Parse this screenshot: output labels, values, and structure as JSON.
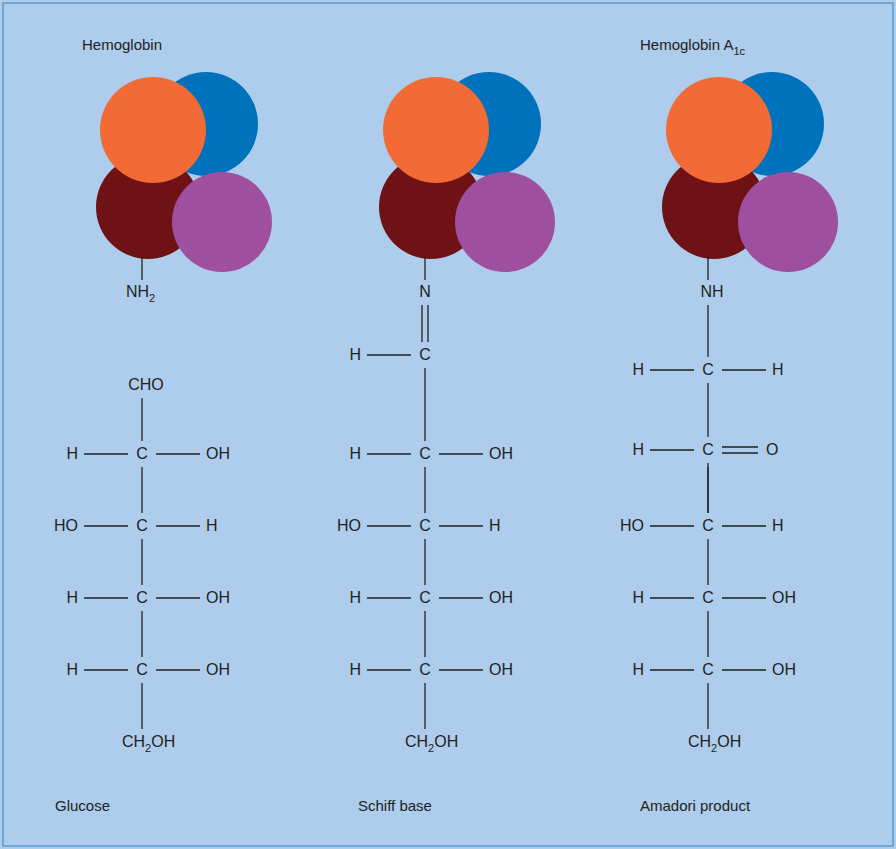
{
  "diagram": {
    "labels": [
      "Hemoglobin",
      "Hemoglobin A",
      "1c",
      "NH",
      "2",
      "CHO",
      "H",
      "C",
      "OH",
      "HO",
      "C",
      "H",
      "H",
      "C",
      "OH",
      "H",
      "C",
      "OH",
      "CH",
      "2",
      "OH",
      "N",
      "H",
      "C",
      "H",
      "C",
      "OH",
      "HO",
      "C",
      "H",
      "H",
      "C",
      "OH",
      "H",
      "C",
      "OH",
      "CH",
      "2",
      "OH",
      "NH",
      "H",
      "C",
      "H",
      "H",
      "C",
      "O",
      "HO",
      "C",
      "H",
      "H",
      "C",
      "OH",
      "H",
      "C",
      "OH",
      "CH",
      "2",
      "OH",
      "Glucose",
      "Schiff base",
      "Amadori product"
    ]
  }
}
